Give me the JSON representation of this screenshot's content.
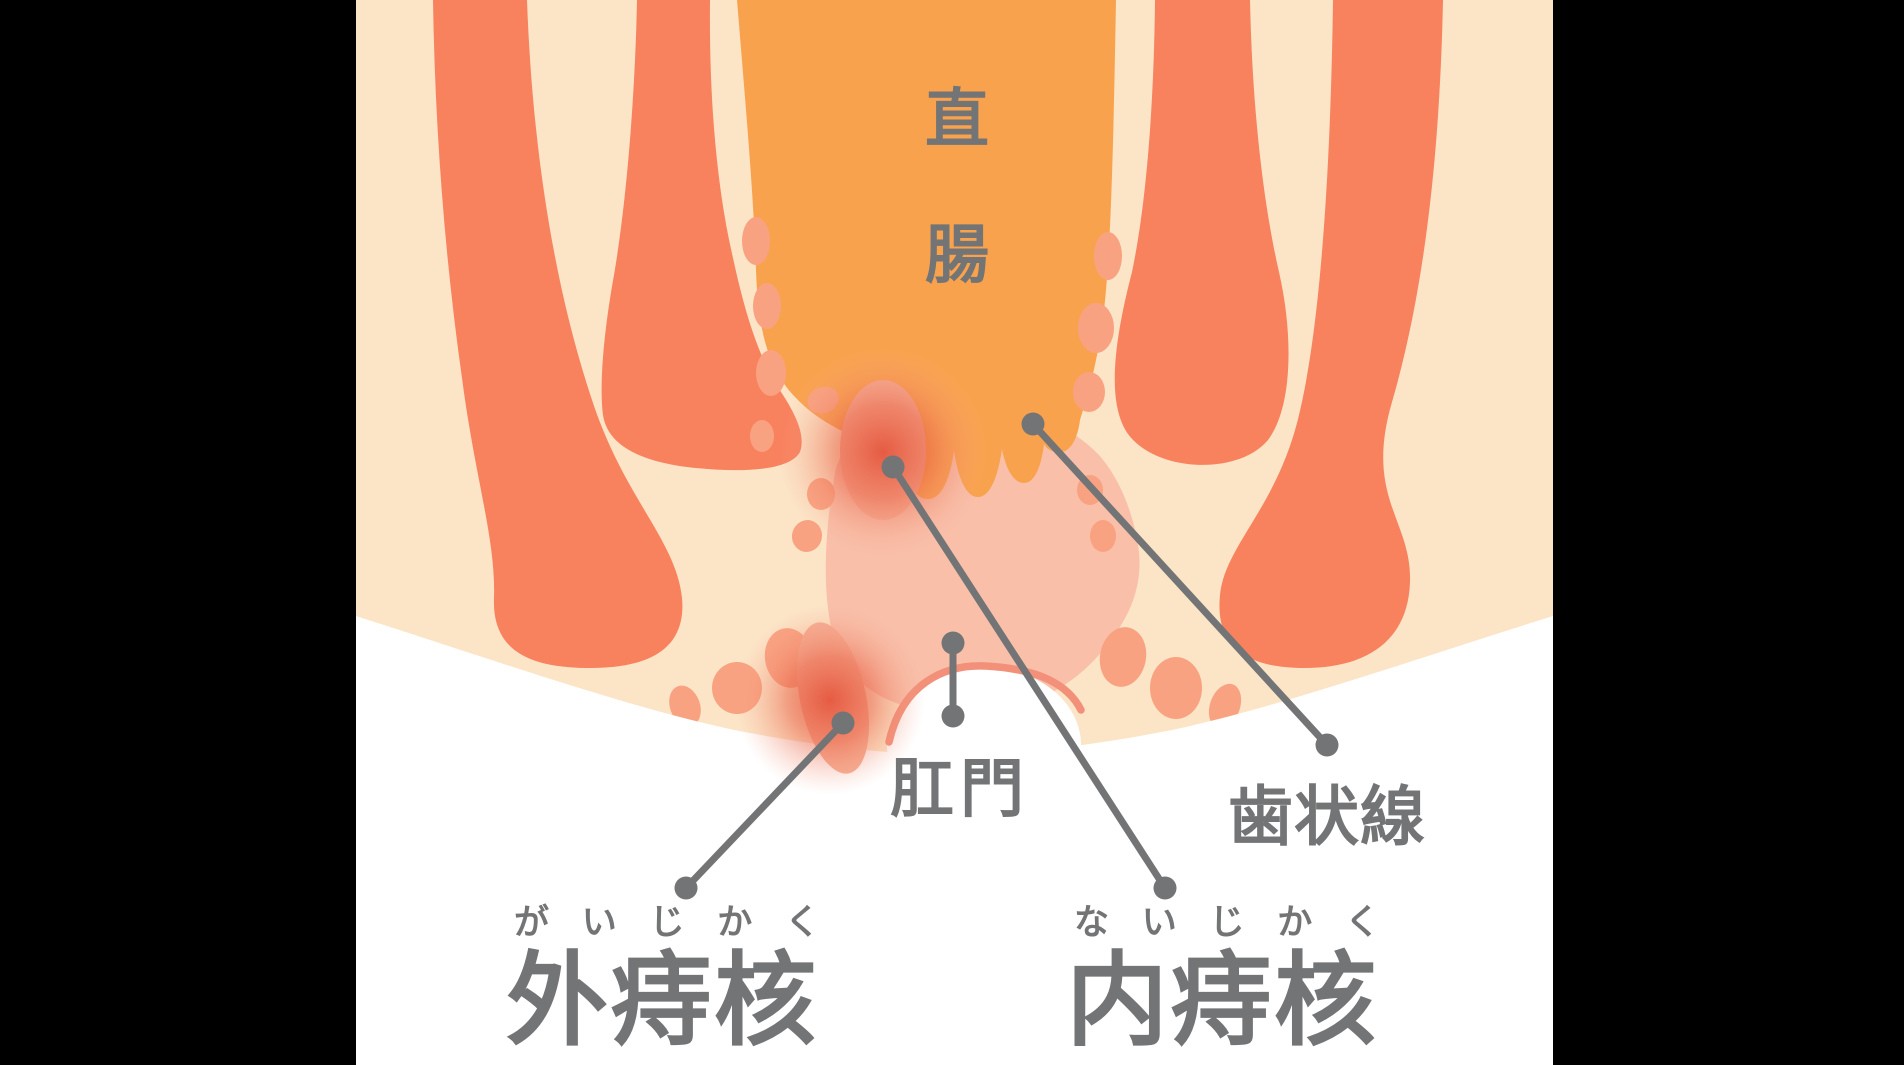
{
  "labels": {
    "rectum": {
      "text": "直腸",
      "chars": [
        "直",
        "腸"
      ]
    },
    "anus": {
      "text": "肛門"
    },
    "dentate_line": {
      "text": "歯状線"
    },
    "external_hemorrhoid": {
      "text": "外痔核",
      "furigana": [
        "が",
        "い",
        "じ",
        "か",
        "く"
      ]
    },
    "internal_hemorrhoid": {
      "text": "内痔核",
      "furigana": [
        "な",
        "い",
        "じ",
        "か",
        "く"
      ]
    }
  },
  "colors": {
    "letterbox": "#000000",
    "body_tissue": "#FCE4C7",
    "muscle_band": "#F8815E",
    "rectum_orange": "#F9A24D",
    "anal_canal_pink": "#F9BFA9",
    "vessel_salmon": "#F9A281",
    "inflammation_red": "#E4543B",
    "anal_rim": "#F2907A",
    "outside_white": "#FFFFFF",
    "label_gray": "#737476"
  }
}
